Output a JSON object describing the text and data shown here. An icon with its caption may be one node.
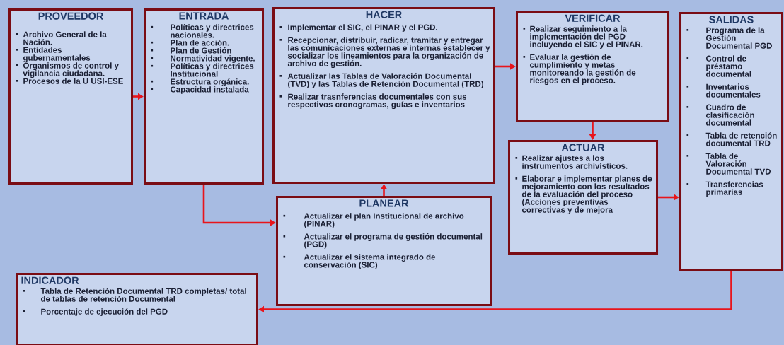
{
  "diagram": {
    "nodes": [
      {
        "text": [
          "PROVEEDOR",
          "Archivo General de la Nación.",
          "Entidades gubernamentales",
          "Organismos de control y vigilancia ciudadana.",
          "Procesos de la U USI-ESE"
        ]
      },
      {
        "text": [
          "ENTRADA",
          "Políticas y directrices nacionales.",
          "Plan de acción.",
          "Plan de Gestión",
          "Normatividad vigente.",
          "Políticas y directrices Institucional",
          "Estructura orgánica.",
          "Capacidad instalada"
        ]
      },
      {
        "text": [
          "HACER",
          "Implementar el SIC, el PINAR y el PGD.",
          "Recepcionar, distribuir, radicar, tramitar y entregar las comunicaciones externas e internas establecer y socializar los lineamientos para la organización de archivo de gestión.",
          "Actualizar las Tablas de Valoración Documental (TVD) y las Tablas de Retención Documental (TRD)",
          "Realizar trasnferencias documentales con sus respectivos cronogramas, guías e inventarios"
        ]
      },
      {
        "text": [
          "VERIFICAR",
          "Realizar seguimiento a la implementación del PGD incluyendo el SIC y el PINAR.",
          "Evaluar la gestión de cumplimiento y metas monitoreando la gestión de riesgos en el proceso."
        ]
      },
      {
        "text": [
          "ACTUAR",
          "Realizar ajustes a los instrumentos archivísticos.",
          "Elaborar e implementar planes de mejoramiento con los resultados de la evaluación del proceso (Acciones preventivas correctivas y de mejora"
        ]
      },
      {
        "text": [
          "SALIDAS",
          "Programa de la Gestión Documental PGD",
          "Control de préstamo documental",
          "Inventarios documentales",
          "Cuadro de clasificación documental",
          "Tabla de retención documental TRD",
          "Tabla de Valoración Documental TVD",
          "Transferencias primarias"
        ]
      },
      {
        "text": [
          "PLANEAR",
          "Actualizar el plan Institucional de archivo (PINAR)",
          "Actualizar el programa de gestión documental (PGD)",
          "Actualizar el sistema integrado de conservación (SIC)"
        ]
      },
      {
        "text": [
          "INDICADOR",
          "Tabla de Retención Documental TRD completas/ total de tablas de retención Documental",
          "Porcentaje de ejecución del PGD"
        ]
      }
    ],
    "edges": [
      {
        "from": 0,
        "to": 1,
        "arrow": "to"
      },
      {
        "from": 1,
        "to": 6,
        "arrow": "to"
      },
      {
        "from": 6,
        "to": 2,
        "arrow": "to"
      },
      {
        "from": 2,
        "to": 3,
        "arrow": "to"
      },
      {
        "from": 3,
        "to": 4,
        "arrow": "to"
      },
      {
        "from": 4,
        "to": 5,
        "arrow": "to"
      },
      {
        "from": 5,
        "to": 7,
        "arrow": "to"
      }
    ]
  }
}
